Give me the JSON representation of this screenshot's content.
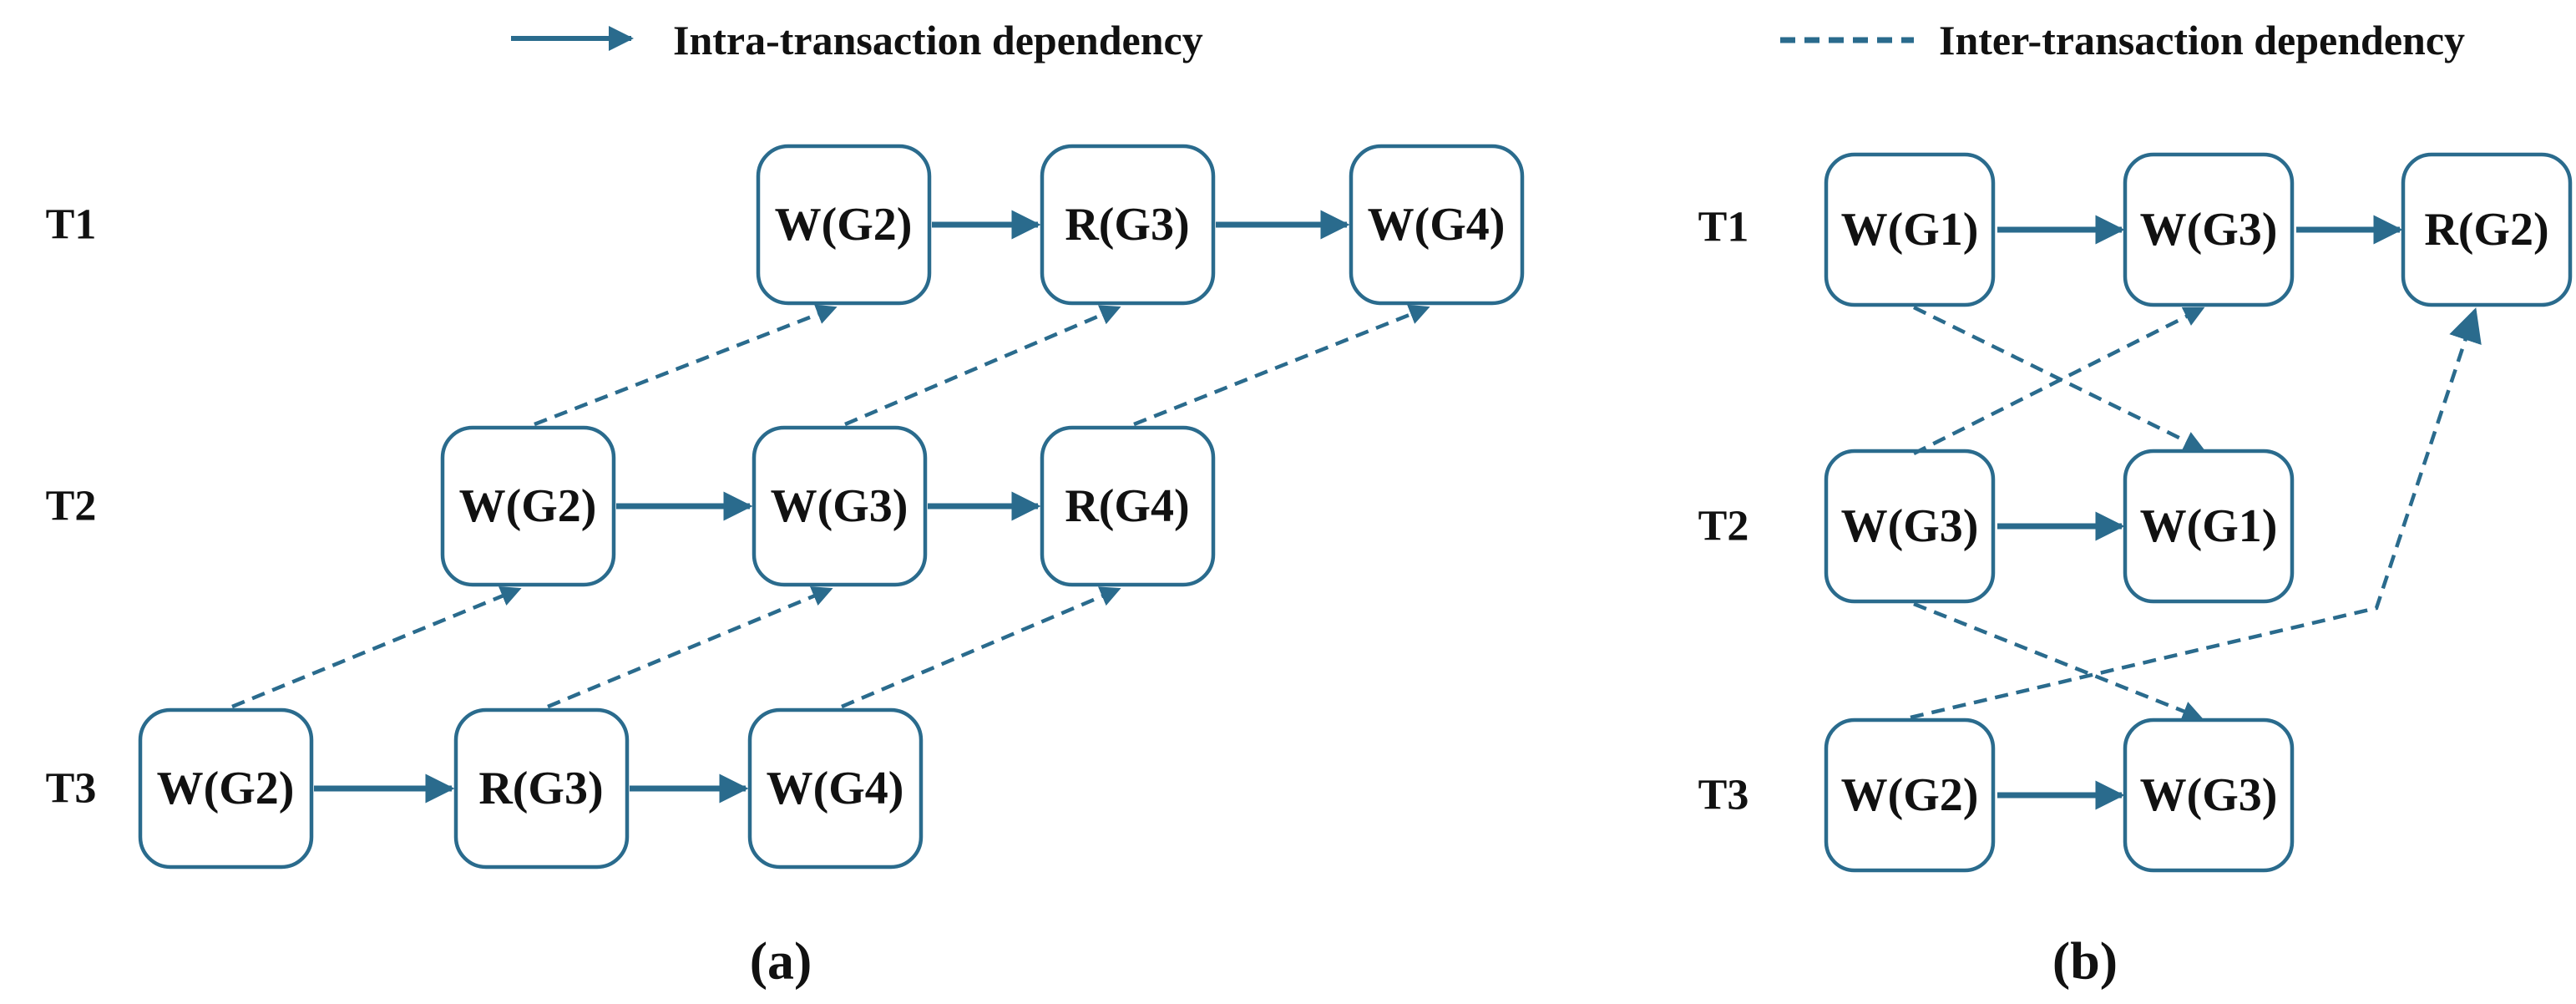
{
  "figure": {
    "panels": [
      {
        "id": "a",
        "caption": "(a)",
        "legend": {
          "label": "Intra-transaction dependency",
          "line_style": "solid",
          "has_arrowhead": true
        },
        "transactions": [
          {
            "label": "T1",
            "operations": [
              "W(G2)",
              "R(G3)",
              "W(G4)"
            ]
          },
          {
            "label": "T2",
            "operations": [
              "W(G2)",
              "W(G3)",
              "R(G4)"
            ]
          },
          {
            "label": "T3",
            "operations": [
              "W(G2)",
              "R(G3)",
              "W(G4)"
            ]
          }
        ],
        "inter_dependencies": [
          {
            "from": "T2.W(G2)",
            "to": "T1.W(G2)"
          },
          {
            "from": "T2.W(G3)",
            "to": "T1.R(G3)"
          },
          {
            "from": "T2.R(G4)",
            "to": "T1.W(G4)"
          },
          {
            "from": "T3.W(G2)",
            "to": "T2.W(G2)"
          },
          {
            "from": "T3.R(G3)",
            "to": "T2.W(G3)"
          },
          {
            "from": "T3.W(G4)",
            "to": "T2.R(G4)"
          }
        ]
      },
      {
        "id": "b",
        "caption": "(b)",
        "legend": {
          "label": "Inter-transaction dependency",
          "line_style": "dashed",
          "has_arrowhead": false
        },
        "transactions": [
          {
            "label": "T1",
            "operations": [
              "W(G1)",
              "W(G3)",
              "R(G2)"
            ]
          },
          {
            "label": "T2",
            "operations": [
              "W(G3)",
              "W(G1)"
            ]
          },
          {
            "label": "T3",
            "operations": [
              "W(G2)",
              "W(G3)"
            ]
          }
        ],
        "inter_dependencies": [
          {
            "from": "T1.W(G1)",
            "to": "T2.W(G1)"
          },
          {
            "from": "T2.W(G3)",
            "to": "T1.W(G3)"
          },
          {
            "from": "T2.W(G3)",
            "to": "T3.W(G3)"
          },
          {
            "from": "T3.W(G2)",
            "to": "T1.R(G2)"
          }
        ]
      }
    ]
  },
  "colors": {
    "line": "#2a6b8d",
    "text": "#111111",
    "background": "#ffffff"
  }
}
